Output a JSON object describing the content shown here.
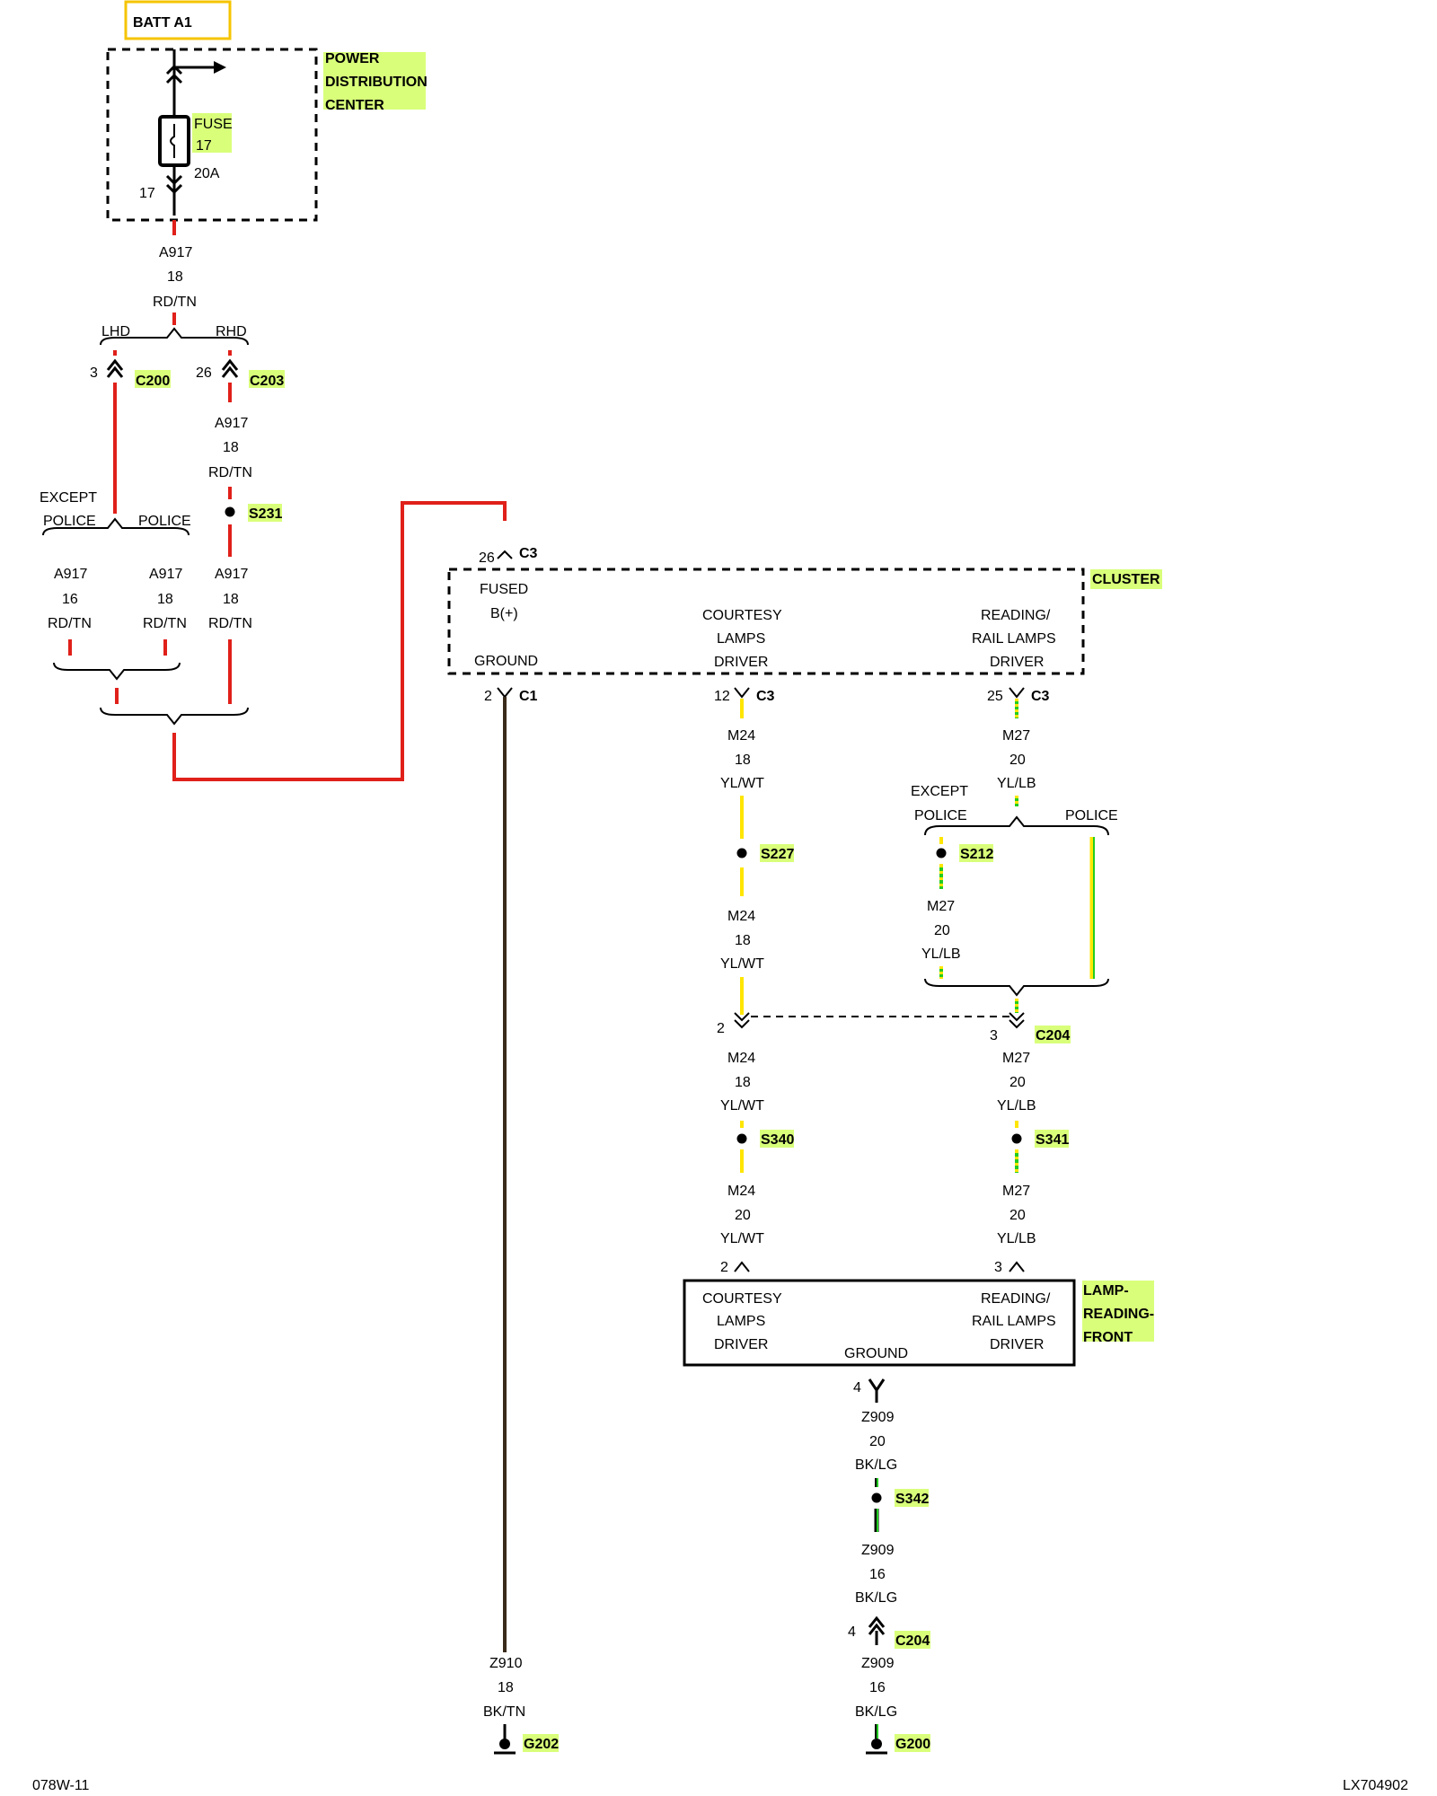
{
  "colors": {
    "red": "#e0201a",
    "yellow": "#ffe600",
    "green": "#22cc22",
    "black": "#000000",
    "brown": "#3a2a1a",
    "highlight": "#d9ff7a",
    "batt_border": "#f5c400"
  },
  "batt": "BATT A1",
  "pdc": {
    "title": [
      "POWER",
      "DISTRIBUTION",
      "CENTER"
    ],
    "fuse_label": [
      "FUSE",
      "17"
    ],
    "fuse_rating": "20A",
    "cavity": "17"
  },
  "wires": {
    "a917_main": [
      "A917",
      "18",
      "RD/TN"
    ],
    "a917_rhd": [
      "A917",
      "18",
      "RD/TN"
    ],
    "a917_except": [
      "A917",
      "16",
      "RD/TN"
    ],
    "a917_police": [
      "A917",
      "18",
      "RD/TN"
    ],
    "a917_rhd2": [
      "A917",
      "18",
      "RD/TN"
    ],
    "m24_a": [
      "M24",
      "18",
      "YL/WT"
    ],
    "m24_b": [
      "M24",
      "18",
      "YL/WT"
    ],
    "m24_c": [
      "M24",
      "18",
      "YL/WT"
    ],
    "m24_d": [
      "M24",
      "20",
      "YL/WT"
    ],
    "m27_a": [
      "M27",
      "20",
      "YL/LB"
    ],
    "m27_b": [
      "M27",
      "20",
      "YL/LB"
    ],
    "m27_c": [
      "M27",
      "20",
      "YL/LB"
    ],
    "m27_d": [
      "M27",
      "20",
      "YL/LB"
    ],
    "z909_a": [
      "Z909",
      "20",
      "BK/LG"
    ],
    "z909_b": [
      "Z909",
      "16",
      "BK/LG"
    ],
    "z909_c": [
      "Z909",
      "16",
      "BK/LG"
    ],
    "z910": [
      "Z910",
      "18",
      "BK/TN"
    ]
  },
  "branches": {
    "lhd": "LHD",
    "rhd": "RHD",
    "except_police_left": [
      "EXCEPT",
      "POLICE"
    ],
    "police_left": "POLICE",
    "except_police_right": [
      "EXCEPT",
      "POLICE"
    ],
    "police_right": "POLICE"
  },
  "connectors": {
    "c200": {
      "name": "C200",
      "pin": "3"
    },
    "c203": {
      "name": "C203",
      "pin": "26"
    },
    "c3_fused": {
      "name": "C3",
      "pin": "26"
    },
    "c1": {
      "name": "C1",
      "pin": "2"
    },
    "c3_courtesy": {
      "name": "C3",
      "pin": "12"
    },
    "c3_reading": {
      "name": "C3",
      "pin": "25"
    },
    "c204_m24": {
      "pin": "2"
    },
    "c204_m27": {
      "name": "C204",
      "pin": "3"
    },
    "lamp_pin_courtesy": "2",
    "lamp_pin_reading": "3",
    "lamp_pin_ground": "4",
    "c204_z909": {
      "name": "C204",
      "pin": "4"
    }
  },
  "splices": {
    "s231": "S231",
    "s227": "S227",
    "s212": "S212",
    "s340": "S340",
    "s341": "S341",
    "s342": "S342"
  },
  "grounds": {
    "g202": "G202",
    "g200": "G200"
  },
  "cluster": {
    "title": "CLUSTER",
    "fused": [
      "FUSED",
      "B(+)"
    ],
    "ground": "GROUND",
    "courtesy": [
      "COURTESY",
      "LAMPS",
      "DRIVER"
    ],
    "reading": [
      "READING/",
      "RAIL LAMPS",
      "DRIVER"
    ]
  },
  "lamp": {
    "title": [
      "LAMP-",
      "READING-",
      "FRONT"
    ],
    "courtesy": [
      "COURTESY",
      "LAMPS",
      "DRIVER"
    ],
    "reading": [
      "READING/",
      "RAIL LAMPS",
      "DRIVER"
    ],
    "ground": "GROUND"
  },
  "footer": {
    "left": "078W-11",
    "right": "LX704902"
  }
}
